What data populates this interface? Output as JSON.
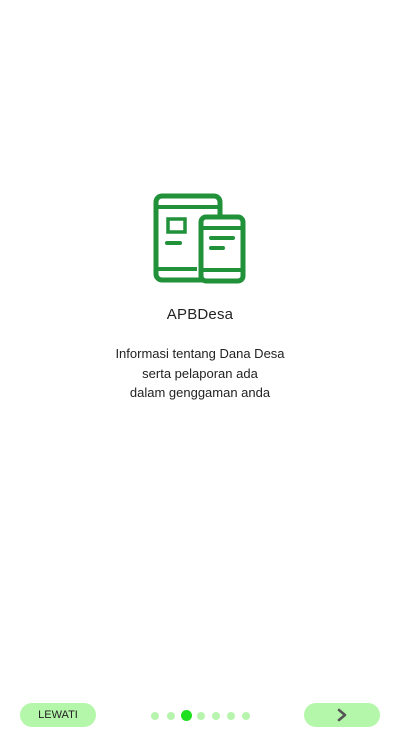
{
  "onboarding": {
    "icon": "phone-tablet-icon",
    "title": "APBDesa",
    "description_lines": [
      "Informasi tentang Dana Desa",
      "serta pelaporan ada",
      "dalam genggaman anda"
    ],
    "page_count": 7,
    "active_page": 3
  },
  "controls": {
    "skip_label": "LEWATI",
    "next_icon": "chevron-right-icon"
  },
  "colors": {
    "icon_green": "#21913a",
    "button_bg": "#b5f7aa",
    "dot_inactive": "#b7f5ae",
    "dot_active": "#1fe01f",
    "chevron": "#555555"
  }
}
